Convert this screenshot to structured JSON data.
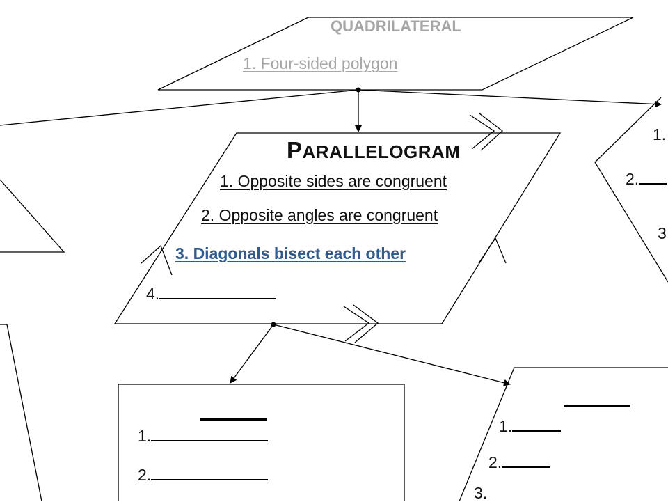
{
  "quadrilateral": {
    "title": "QUADRILATERAL",
    "property_1": "1. Four-sided polygon"
  },
  "parallelogram": {
    "title_cap": "P",
    "title_rest": "ARALLELOGRAM",
    "property_1": "1.  Opposite sides are congruent",
    "property_2": "2. Opposite angles are congruent",
    "property_3": "3. Diagonals bisect each other",
    "property_4": "4."
  },
  "right_shape": {
    "item_1": "1.",
    "item_2": "2.",
    "item_3": "3"
  },
  "bottom_left_box": {
    "item_1": "1.",
    "item_2": "2."
  },
  "bottom_right_shape": {
    "item_1": "1.",
    "item_2": "2.",
    "item_3": "3."
  },
  "colors": {
    "gray_text": "#a6a6a6",
    "highlight_blue": "#2f5b8f",
    "line": "#000000"
  }
}
